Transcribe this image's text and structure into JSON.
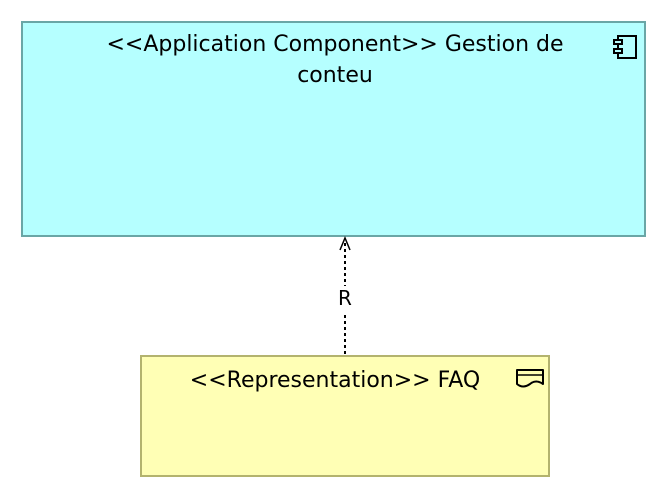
{
  "diagram": {
    "nodes": [
      {
        "id": "app-component",
        "title": "<<Application Component>> Gestion de conteu",
        "fill": "#b5ffff",
        "border": "#6aa6a6",
        "icon": "application-component-icon"
      },
      {
        "id": "representation",
        "title": "<<Representation>> FAQ",
        "fill": "#ffffb5",
        "border": "#b3b36e",
        "icon": "representation-icon"
      }
    ],
    "connections": [
      {
        "from": "representation",
        "to": "app-component",
        "type": "realization",
        "label": "R",
        "style": "dotted",
        "arrowhead": "open"
      }
    ]
  }
}
